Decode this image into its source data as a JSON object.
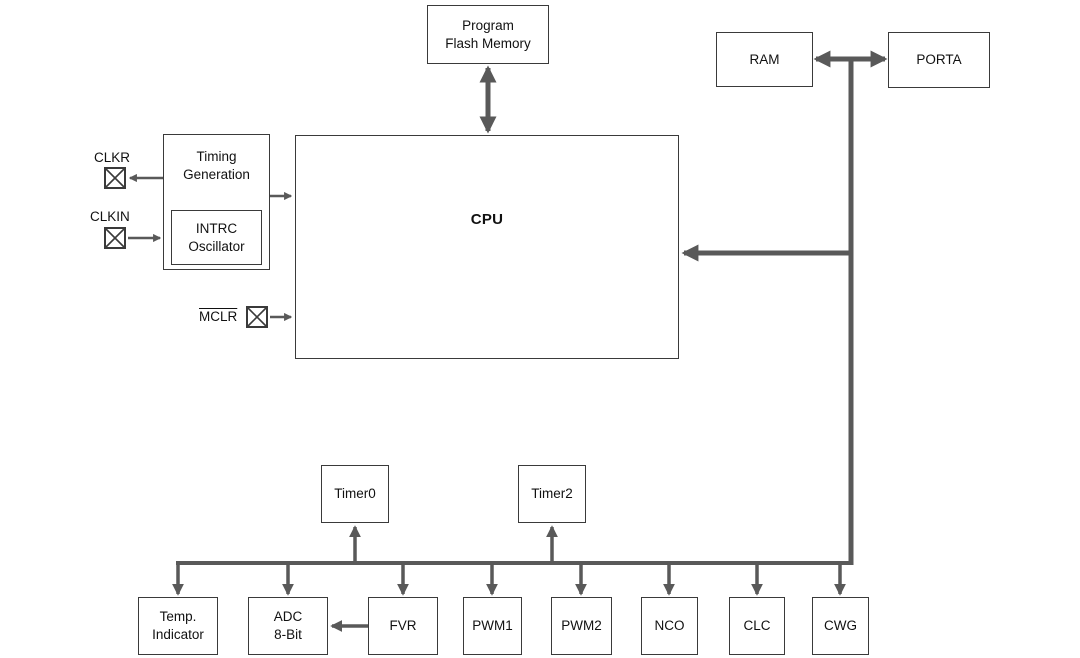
{
  "diagram": {
    "type": "block-diagram",
    "blocks": {
      "program_flash": "Program\nFlash Memory",
      "ram": "RAM",
      "porta": "PORTA",
      "timing_generation": "Timing\nGeneration",
      "intrc_oscillator": "INTRC\nOscillator",
      "cpu": "CPU",
      "timer0": "Timer0",
      "timer2": "Timer2",
      "temp_indicator": "Temp.\nIndicator",
      "adc": "ADC\n8-Bit",
      "fvr": "FVR",
      "pwm1": "PWM1",
      "pwm2": "PWM2",
      "nco": "NCO",
      "clc": "CLC",
      "cwg": "CWG"
    },
    "pins": {
      "clkr": "CLKR",
      "clkin": "CLKIN",
      "mclr": "MCLR"
    },
    "icons": {
      "io_pad": "crossed-box"
    },
    "colors": {
      "arrow": "#595959",
      "border": "#3a3a3a",
      "text": "#111111",
      "background": "#ffffff"
    },
    "connections": [
      {
        "from": "program_flash",
        "to": "cpu",
        "type": "bidirectional"
      },
      {
        "from": "ram",
        "to": "porta",
        "type": "bidirectional-bus"
      },
      {
        "from": "system_bus",
        "to": "cpu",
        "type": "arrow"
      },
      {
        "from": "timing_generation",
        "to": "cpu",
        "type": "arrow"
      },
      {
        "from": "timing_generation",
        "to": "clkr",
        "type": "arrow"
      },
      {
        "from": "clkin",
        "to": "timing_generation",
        "type": "arrow"
      },
      {
        "from": "mclr",
        "to": "cpu",
        "type": "arrow"
      },
      {
        "from": "system_bus",
        "to": "timer0",
        "type": "arrow"
      },
      {
        "from": "system_bus",
        "to": "timer2",
        "type": "arrow"
      },
      {
        "from": "system_bus",
        "to": "temp_indicator",
        "type": "arrow"
      },
      {
        "from": "system_bus",
        "to": "adc",
        "type": "arrow"
      },
      {
        "from": "system_bus",
        "to": "fvr",
        "type": "arrow"
      },
      {
        "from": "system_bus",
        "to": "pwm1",
        "type": "arrow"
      },
      {
        "from": "system_bus",
        "to": "pwm2",
        "type": "arrow"
      },
      {
        "from": "system_bus",
        "to": "nco",
        "type": "arrow"
      },
      {
        "from": "system_bus",
        "to": "clc",
        "type": "arrow"
      },
      {
        "from": "system_bus",
        "to": "cwg",
        "type": "arrow"
      },
      {
        "from": "fvr",
        "to": "adc",
        "type": "arrow"
      }
    ]
  }
}
